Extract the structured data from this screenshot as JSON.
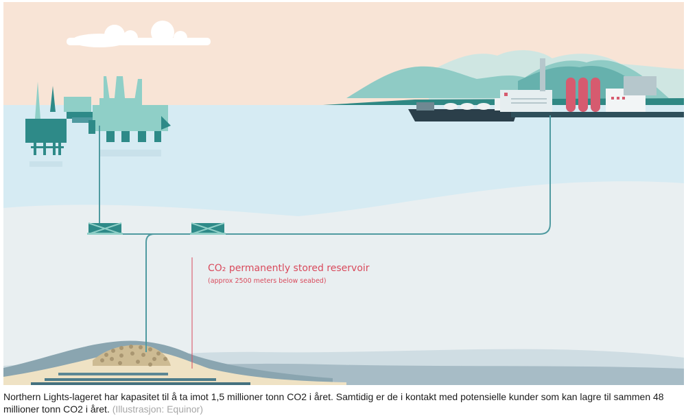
{
  "diagram": {
    "label_main": "CO₂ permanently stored reservoir",
    "label_sub": "(approx 2500 meters below seabed)"
  },
  "caption": {
    "text": "Northern Lights-lageret har kapasitet til å ta imot 1,5 millioner tonn CO2 i året. Samtidig er de i kontakt med potensielle kunder som kan lagre til sammen 48 millioner tonn CO2 i året.",
    "credit": "(Illustrasjon: Equinor)"
  },
  "colors": {
    "sky": "#f8e4d6",
    "sea": "#d6ebf3",
    "seabed": "#e9eff1",
    "pipeline": "#4f9aa0",
    "structure_dark": "#2e8a88",
    "structure_light": "#8fcfc7",
    "label": "#d94a5c",
    "stack_red": "#d65b6f"
  }
}
